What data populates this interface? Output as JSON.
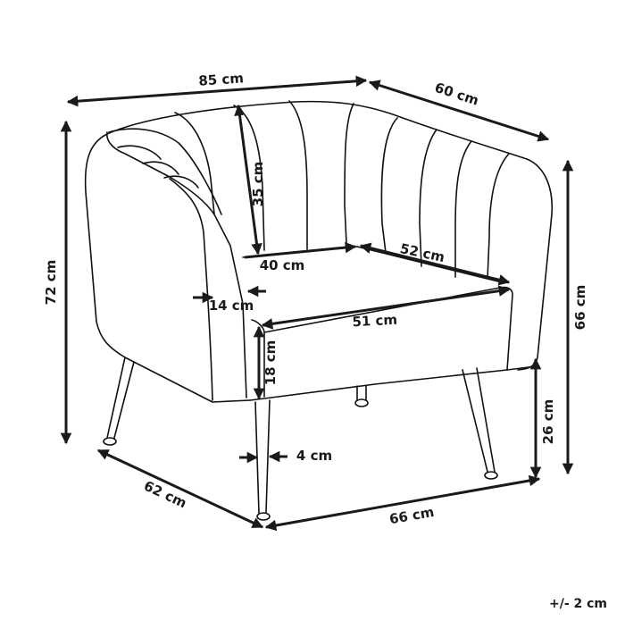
{
  "diagram": {
    "subject": "armchair dimension drawing",
    "colors": {
      "line": "#111111",
      "text": "#1a1a1a",
      "background": "#ffffff"
    },
    "dimensions": {
      "overall_width": "85 cm",
      "overall_depth": "60 cm",
      "overall_height": "72 cm",
      "arm_height": "66 cm",
      "backrest_height": "35 cm",
      "seat_back_width": "40 cm",
      "seat_depth": "52 cm",
      "arm_width": "14 cm",
      "seat_front_width": "51 cm",
      "seat_cushion_height": "18 cm",
      "leg_height": "26 cm",
      "leg_width": "4 cm",
      "base_depth": "62 cm",
      "base_width": "66 cm"
    },
    "tolerance": "+/- 2 cm"
  }
}
